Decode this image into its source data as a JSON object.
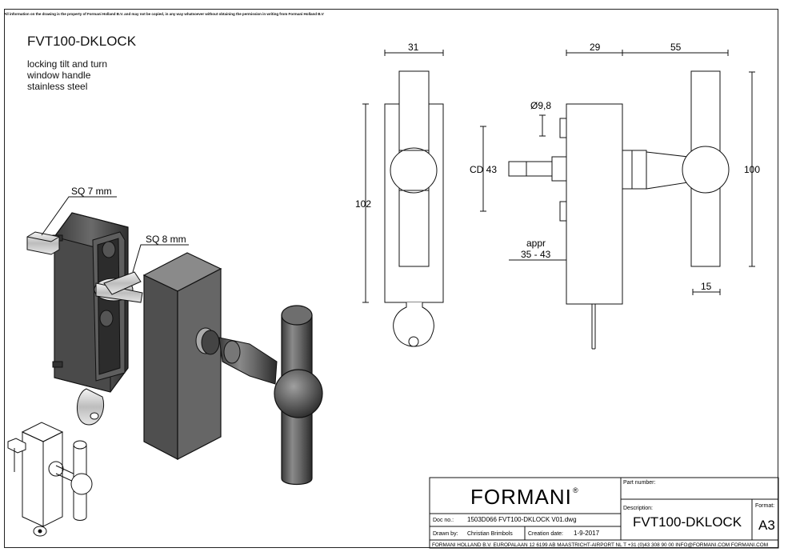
{
  "disclaimer": "All information on the drawing is the property of Formani Holland B.V. and may not be copied, in any way whatsoever without obtaining the permission in writing from Formani Holland B.V",
  "product": {
    "code": "FVT100-DKLOCK",
    "description_lines": [
      "locking tilt and turn",
      "window handle",
      "stainless steel"
    ]
  },
  "dimensions": {
    "front_width": "31",
    "front_height": "102",
    "spindle_offset": "29",
    "handle_projection": "55",
    "hole_diameter": "Ø9,8",
    "cd": "CD 43",
    "handle_height": "100",
    "approx_label": "appr",
    "approx_range": "35 - 43",
    "grip_diameter": "15"
  },
  "callouts": {
    "square_7": "SQ 7 mm",
    "square_8": "SQ 8 mm"
  },
  "title_block": {
    "logo": "FORMANI",
    "logo_mark": "®",
    "part_number_label": "Part number:",
    "description_label": "Description:",
    "description_value": "FVT100-DKLOCK",
    "format_label": "Format:",
    "format_value": "A3",
    "doc_no_label": "Doc no.:",
    "doc_no_value": "1503D066 FVT100-DKLOCK V01.dwg",
    "drawn_by_label": "Drawn by:",
    "drawn_by_value": "Christian Brimbols",
    "creation_date_label": "Creation date:",
    "creation_date_value": "1-9-2017",
    "footer": "FORMANI HOLLAND B.V.  EUROPALAAN 12  6199 AB MAASTRICHT-AIRPORT NL  T +31 (0)43 308 90 00 INFO@FORMANI.COM FORMANI.COM"
  }
}
